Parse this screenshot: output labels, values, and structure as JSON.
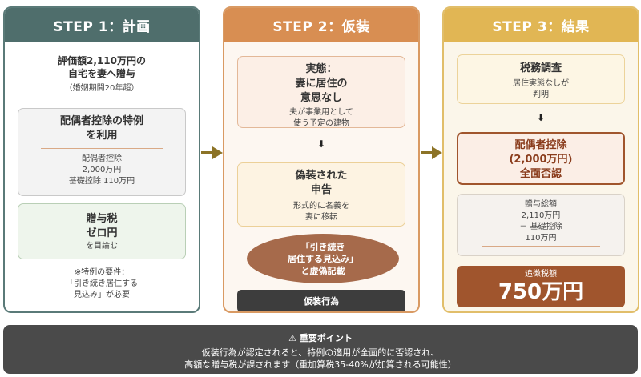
{
  "steps": [
    {
      "title": "STEP 1：計画",
      "intro_line1": "評価額2,110万円の",
      "intro_line2": "自宅を妻へ贈与",
      "intro_note": "（婚姻期間20年超）",
      "box1_title_line1": "配偶者控除の特例",
      "box1_title_line2": "を利用",
      "box1_detail_line1": "配偶者控除",
      "box1_detail_line2": "2,000万円",
      "box1_detail_line3": "基礎控除 110万円",
      "box2_title_line1": "贈与税",
      "box2_title_line2": "ゼロ円",
      "box2_sub": "を目論む",
      "note_line1": "※特例の要件：",
      "note_line2": "「引き続き居住する",
      "note_line3": "見込み」が必要"
    },
    {
      "title": "STEP 2：仮装",
      "box1_title_line1": "実態：",
      "box1_title_line2": "妻に居住の",
      "box1_title_line3": "意思なし",
      "box1_detail_line1": "夫が事業用として",
      "box1_detail_line2": "使う予定の建物",
      "arrow": "⬇",
      "box2_title_line1": "偽装された",
      "box2_title_line2": "申告",
      "box2_detail_line1": "形式的に名義を",
      "box2_detail_line2": "妻に移転",
      "ellipse_line1": "「引き続き",
      "ellipse_line2": "居住する見込み」",
      "ellipse_line3": "と虚偽記載",
      "bar_label": "仮装行為"
    },
    {
      "title": "STEP 3：結果",
      "box1_title": "税務調査",
      "box1_detail_line1": "居住実態なしが",
      "box1_detail_line2": "判明",
      "arrow": "⬇",
      "box2_line1": "配偶者控除",
      "box2_line2": "(2,000万円)",
      "box2_line3": "全面否認",
      "box3_line1": "贈与総額",
      "box3_line2": "2,110万円",
      "box3_line3": "－ 基礎控除",
      "box3_line4": "110万円",
      "tax_label": "追徴税額",
      "tax_amount": "750万円"
    }
  ],
  "important": {
    "title": "⚠ 重要ポイント",
    "line1": "仮装行為が認定されると、特例の適用が全面的に否認され、",
    "line2": "高額な贈与税が課されます（重加算税35-40%が加算される可能性）"
  },
  "colors": {
    "step1": "#4f6e6c",
    "step2": "#d88e52",
    "step3": "#e1b654",
    "arrow": "#8c7326",
    "tax_box": "#a0552d",
    "ellipse": "#a66a4b"
  }
}
